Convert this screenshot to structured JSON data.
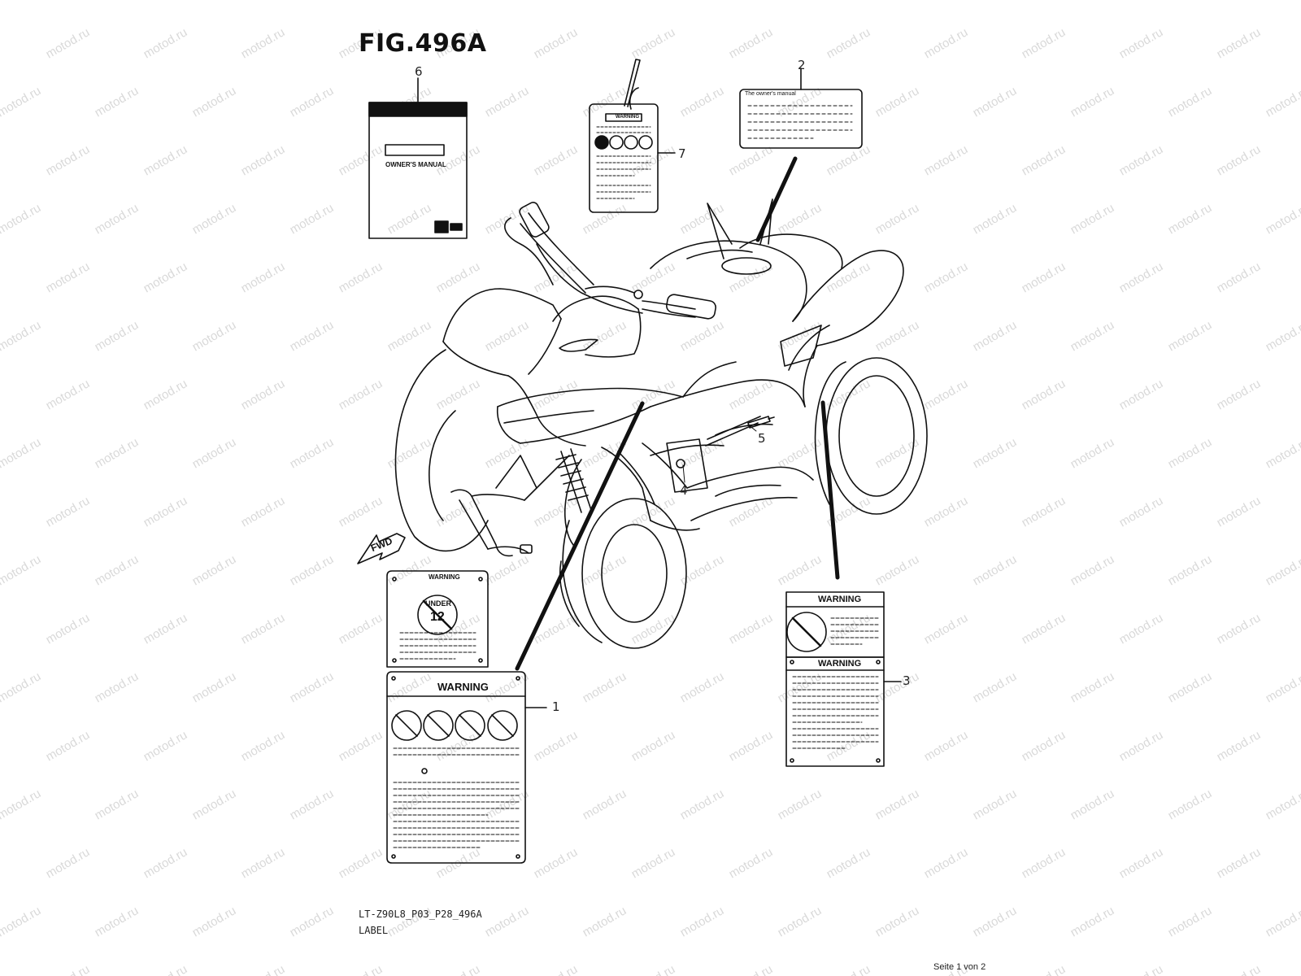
{
  "figure": {
    "title": "FIG.496A",
    "code": "LT-Z90L8_P03_P28_496A",
    "caption": "LABEL",
    "page": "Seite 1 von 2"
  },
  "watermark": {
    "text": "motod.ru",
    "color": "#d9d9d9"
  },
  "callouts": [
    "1",
    "2",
    "3",
    "4",
    "5",
    "6",
    "7"
  ],
  "labels": {
    "manual_cover_text": "OWNER'S MANUAL",
    "owners_manual_label_text": "The owner's manual",
    "warning": "WARNING",
    "under_age_top": "UNDER",
    "under_age_num": "12",
    "fwd": "FWD"
  },
  "colors": {
    "line": "#111111",
    "background": "#ffffff"
  }
}
